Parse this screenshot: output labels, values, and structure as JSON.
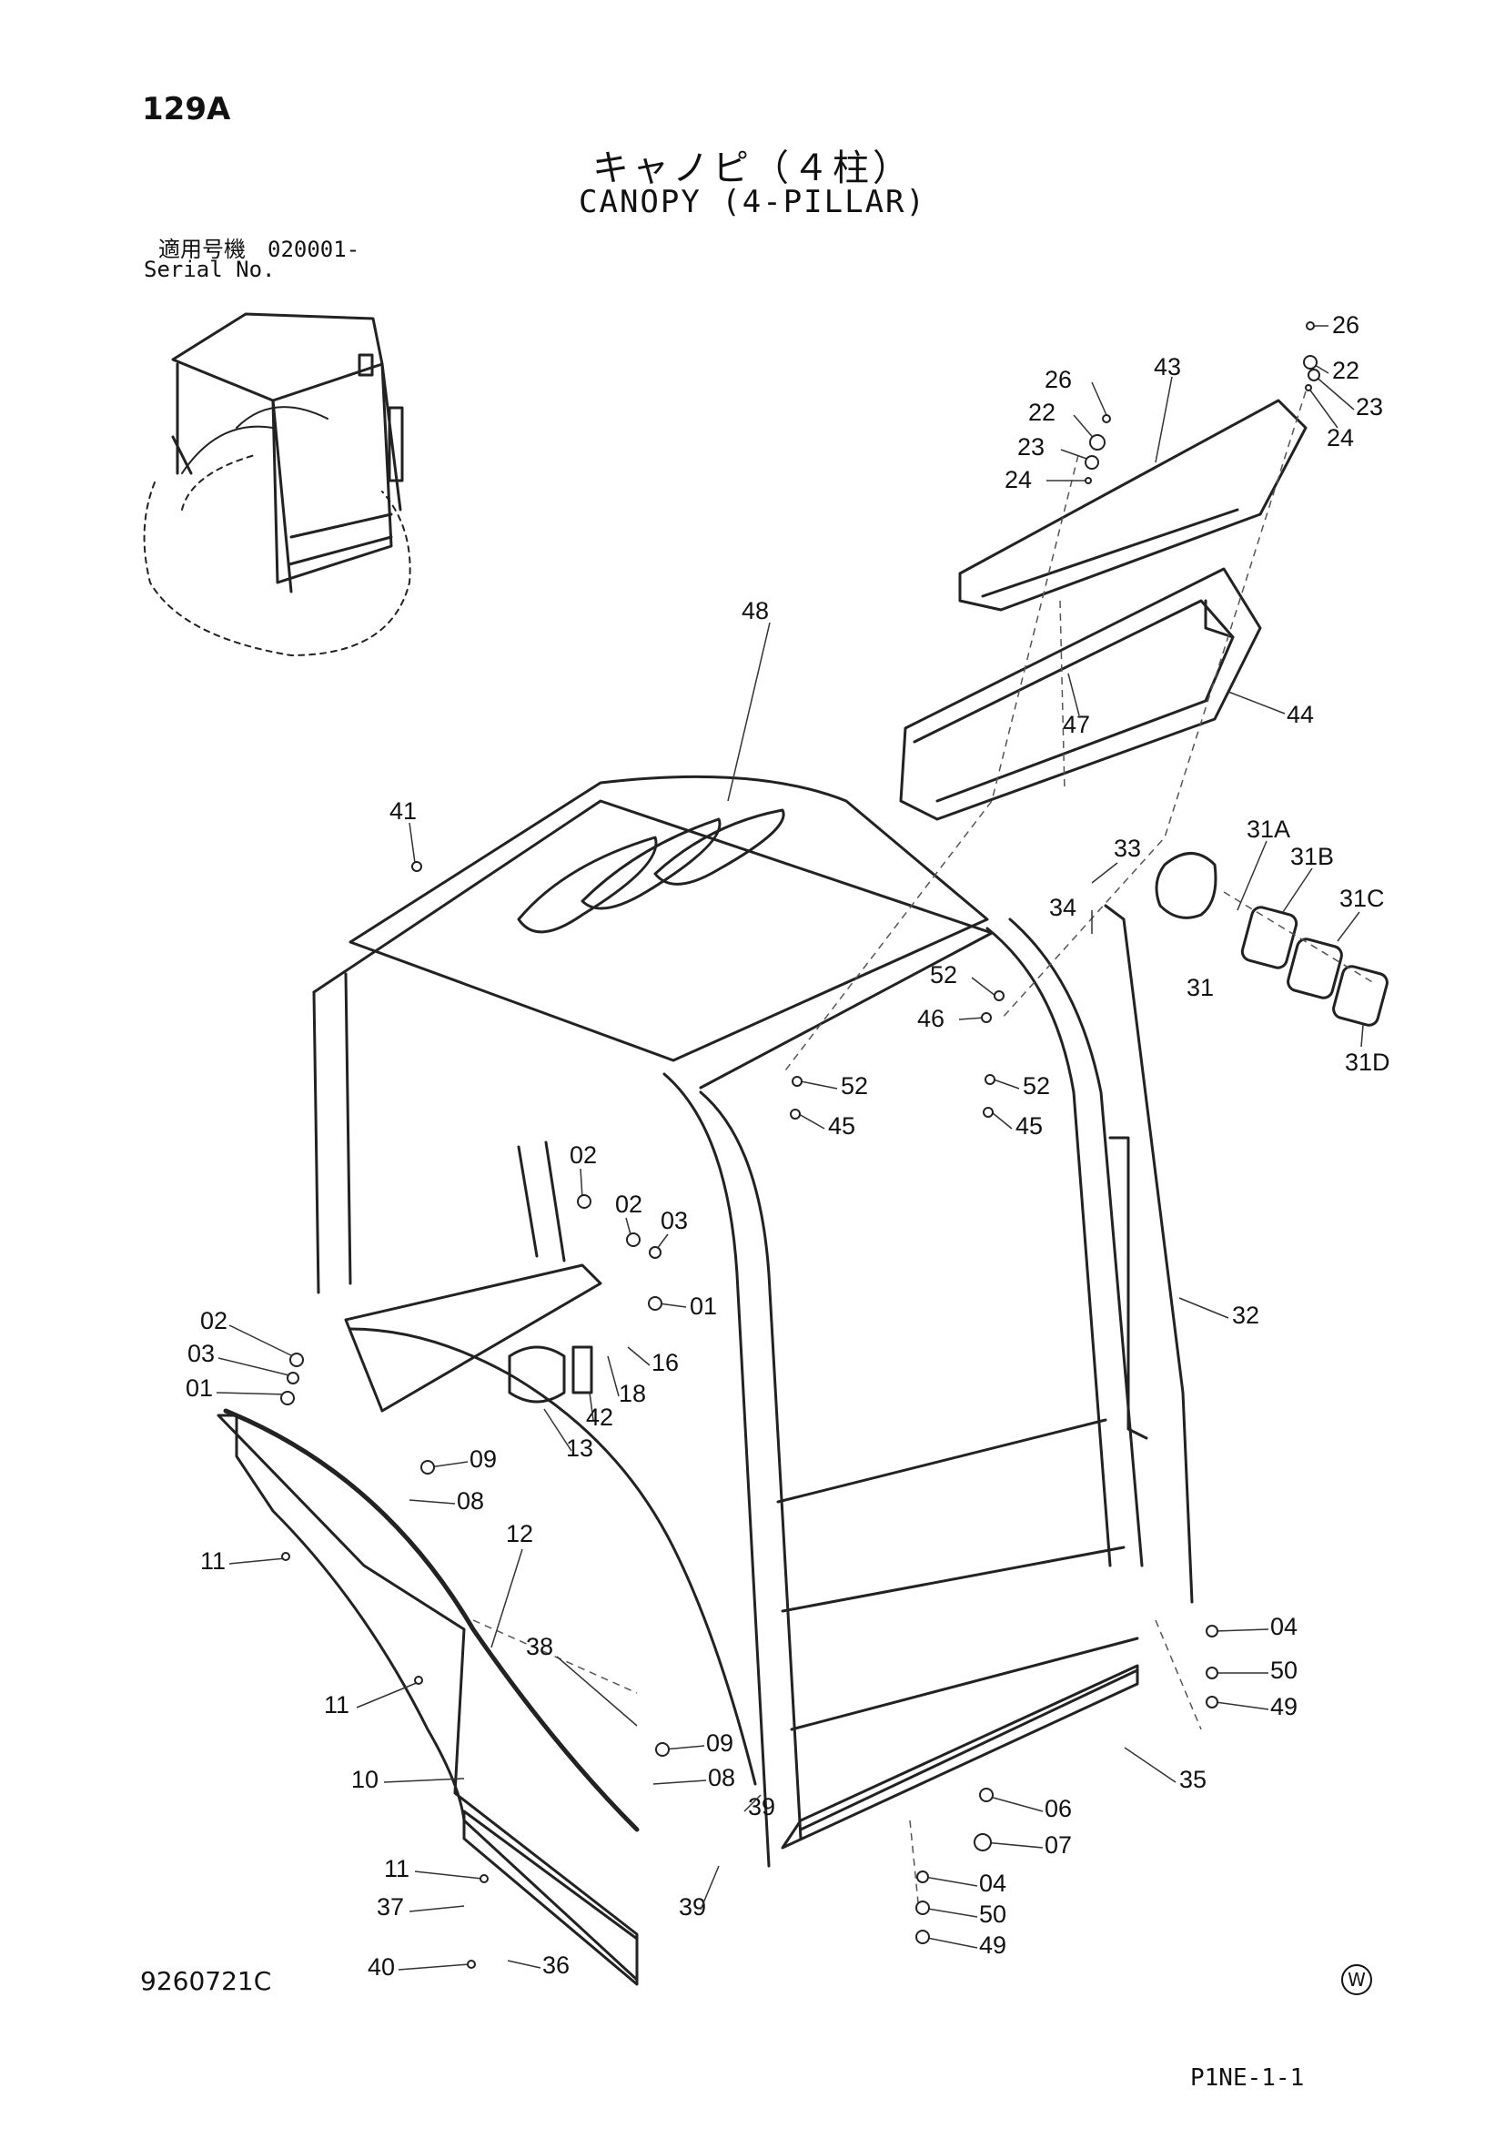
{
  "header": {
    "page_number": "129A",
    "title_jp": "キャノピ（４柱）",
    "title_en": "CANOPY (4-PILLAR)",
    "serial_label_jp": "適用号機　020001-",
    "serial_label_en": "Serial No."
  },
  "footer": {
    "drawing_number": "9260721C",
    "page_code": "P1NE-1-1",
    "mark": "W"
  },
  "callouts": [
    {
      "id": "c26a",
      "label": "26"
    },
    {
      "id": "c22a",
      "label": "22"
    },
    {
      "id": "c23a",
      "label": "23"
    },
    {
      "id": "c24a",
      "label": "24"
    },
    {
      "id": "c26b",
      "label": "26"
    },
    {
      "id": "c22b",
      "label": "22"
    },
    {
      "id": "c23b",
      "label": "23"
    },
    {
      "id": "c24b",
      "label": "24"
    },
    {
      "id": "c43",
      "label": "43"
    },
    {
      "id": "c48",
      "label": "48"
    },
    {
      "id": "c47",
      "label": "47"
    },
    {
      "id": "c44",
      "label": "44"
    },
    {
      "id": "c41",
      "label": "41"
    },
    {
      "id": "c33",
      "label": "33"
    },
    {
      "id": "c34",
      "label": "34"
    },
    {
      "id": "c31A",
      "label": "31A"
    },
    {
      "id": "c31B",
      "label": "31B"
    },
    {
      "id": "c31C",
      "label": "31C"
    },
    {
      "id": "c31",
      "label": "31"
    },
    {
      "id": "c31D",
      "label": "31D"
    },
    {
      "id": "c52a",
      "label": "52"
    },
    {
      "id": "c46",
      "label": "46"
    },
    {
      "id": "c52b",
      "label": "52"
    },
    {
      "id": "c45a",
      "label": "45"
    },
    {
      "id": "c52c",
      "label": "52"
    },
    {
      "id": "c45b",
      "label": "45"
    },
    {
      "id": "c02a",
      "label": "02"
    },
    {
      "id": "c02b",
      "label": "02"
    },
    {
      "id": "c03a",
      "label": "03"
    },
    {
      "id": "c01a",
      "label": "01"
    },
    {
      "id": "c32",
      "label": "32"
    },
    {
      "id": "c02c",
      "label": "02"
    },
    {
      "id": "c03b",
      "label": "03"
    },
    {
      "id": "c01b",
      "label": "01"
    },
    {
      "id": "c16",
      "label": "16"
    },
    {
      "id": "c18",
      "label": "18"
    },
    {
      "id": "c42",
      "label": "42"
    },
    {
      "id": "c13",
      "label": "13"
    },
    {
      "id": "c09a",
      "label": "09"
    },
    {
      "id": "c08a",
      "label": "08"
    },
    {
      "id": "c11a",
      "label": "11"
    },
    {
      "id": "c12",
      "label": "12"
    },
    {
      "id": "c04a",
      "label": "04"
    },
    {
      "id": "c50a",
      "label": "50"
    },
    {
      "id": "c49a",
      "label": "49"
    },
    {
      "id": "c11b",
      "label": "11"
    },
    {
      "id": "c38",
      "label": "38"
    },
    {
      "id": "c09b",
      "label": "09"
    },
    {
      "id": "c08b",
      "label": "08"
    },
    {
      "id": "c10",
      "label": "10"
    },
    {
      "id": "c39a",
      "label": "39"
    },
    {
      "id": "c35",
      "label": "35"
    },
    {
      "id": "c06",
      "label": "06"
    },
    {
      "id": "c07",
      "label": "07"
    },
    {
      "id": "c11c",
      "label": "11"
    },
    {
      "id": "c04b",
      "label": "04"
    },
    {
      "id": "c37",
      "label": "37"
    },
    {
      "id": "c39b",
      "label": "39"
    },
    {
      "id": "c50b",
      "label": "50"
    },
    {
      "id": "c49b",
      "label": "49"
    },
    {
      "id": "c40",
      "label": "40"
    },
    {
      "id": "c36",
      "label": "36"
    }
  ]
}
